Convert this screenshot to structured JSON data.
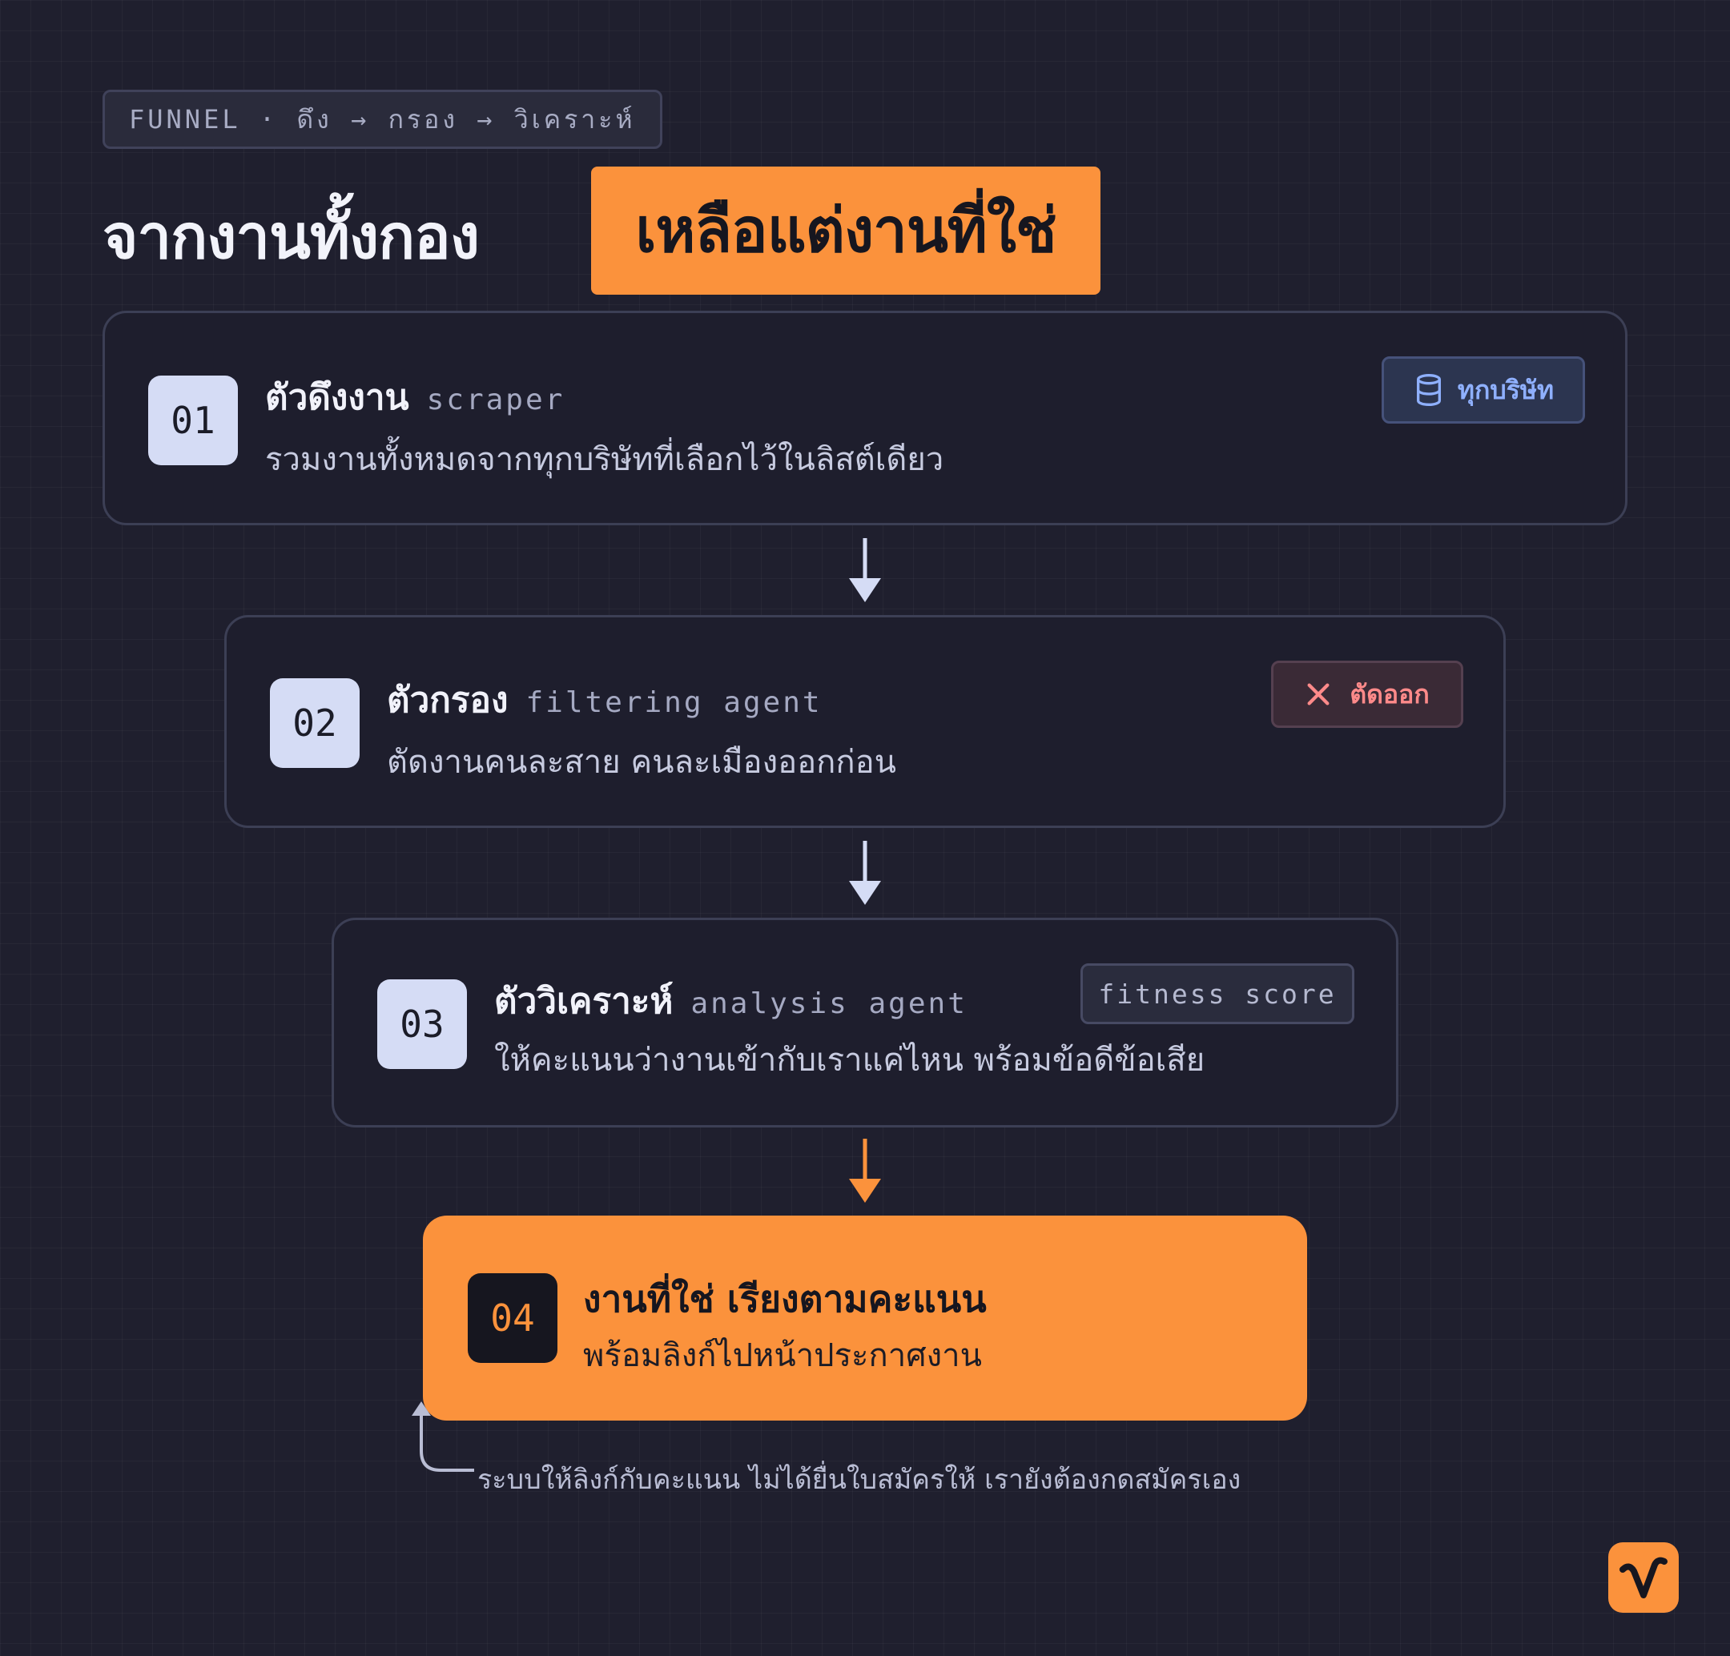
{
  "eyebrow": "FUNNEL · ดึง → กรอง → วิเคราะห์",
  "headline": {
    "plain": "จากงานทั้งกอง",
    "highlight": "เหลือแต่งานที่ใช่"
  },
  "steps": [
    {
      "num": "01",
      "title_th": "ตัวดึงงาน",
      "title_en": "scraper",
      "desc": "รวมงานทั้งหมดจากทุกบริษัทที่เลือกไว้ในลิสต์เดียว",
      "tag": {
        "label": "ทุกบริษัท",
        "icon": "database-icon"
      }
    },
    {
      "num": "02",
      "title_th": "ตัวกรอง",
      "title_en": "filtering agent",
      "desc": "ตัดงานคนละสาย คนละเมืองออกก่อน",
      "tag": {
        "label": "ตัดออก",
        "icon": "x-icon"
      }
    },
    {
      "num": "03",
      "title_th": "ตัววิเคราะห์",
      "title_en": "analysis agent",
      "desc": "ให้คะแนนว่างานเข้ากับเราแค่ไหน พร้อมข้อดีข้อเสีย",
      "tag": {
        "label": "fitness score"
      }
    }
  ],
  "final": {
    "num": "04",
    "title": "งานที่ใช่ เรียงตามคะแนน",
    "desc": "พร้อมลิงก์ไปหน้าประกาศงาน"
  },
  "note": "ระบบให้ลิงก์กับคะแนน ไม่ได้ยื่นใบสมัครให้ เรายังต้องกดสมัครเอง",
  "colors": {
    "accent": "#fb923c",
    "background": "#1f1f2e",
    "card": "#1e1e2d",
    "badge": "#d5dcf5"
  }
}
